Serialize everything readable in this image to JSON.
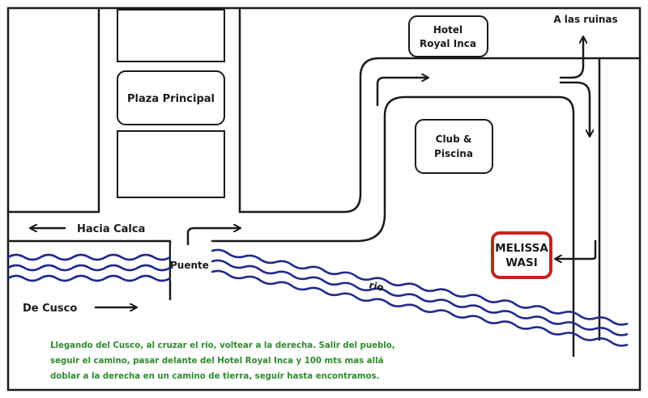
{
  "labels": {
    "hotel_line1": "Hotel",
    "hotel_line2": "Royal Inca",
    "ruinas": "A las ruinas",
    "plaza": "Plaza Principal",
    "club_line1": "Club &",
    "club_line2": "Piscina",
    "hacia_calca": "Hacia Calca",
    "puente": "Puente",
    "rio": "rio",
    "de_cusco": "De Cusco",
    "melissa_line1": "MELISSA",
    "melissa_line2": "WASI"
  },
  "directions": [
    "Llegando del Cusco, al cruzar el rio, voltear a la derecha. Salir del pueblo,",
    "seguir el camino, pasar delante del Hotel Royal Inca y 100 mts mas allá",
    "doblar a la derecha en un camino de tierra, seguir hasta encontramos."
  ],
  "colors": {
    "ink": "#1a1a1a",
    "river": "#1f2a8c",
    "highlight": "#c0251f",
    "note_text": "#2e8a2e"
  }
}
